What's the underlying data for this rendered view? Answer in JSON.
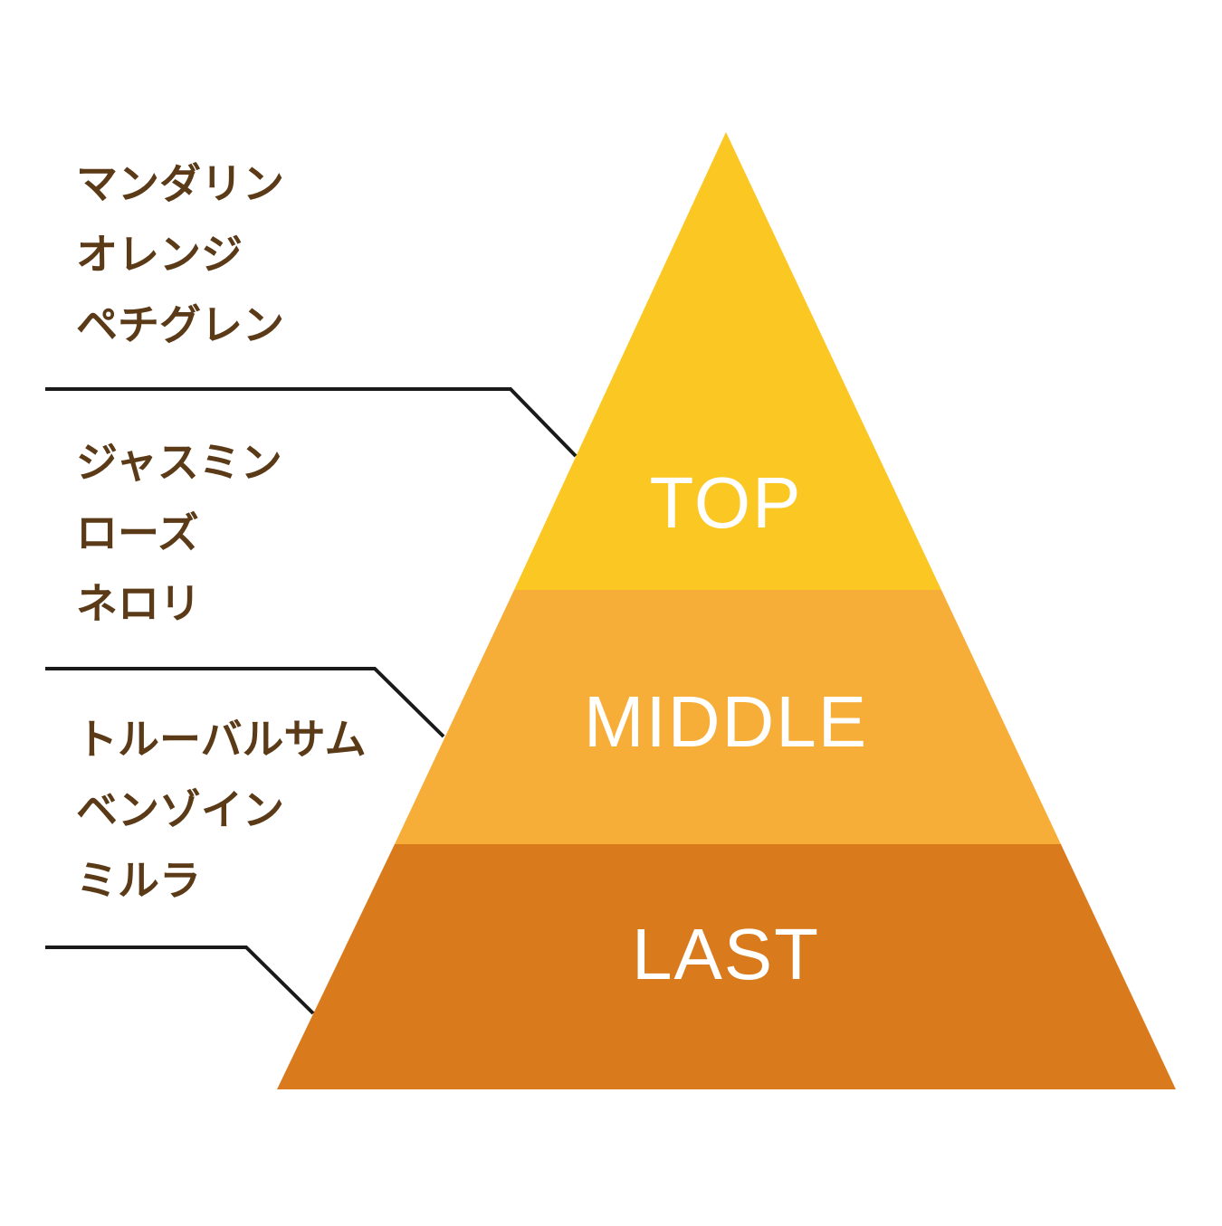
{
  "colors": {
    "top": "#fbc723",
    "middle": "#f7ae38",
    "last": "#d97a1d",
    "note_text": "#5b3a17",
    "leader_line": "#1a1a1a"
  },
  "tiers": [
    {
      "label": "TOP",
      "notes": [
        "マンダリン",
        "オレンジ",
        "ペチグレン"
      ]
    },
    {
      "label": "MIDDLE",
      "notes": [
        "ジャスミン",
        "ローズ",
        "ネロリ"
      ]
    },
    {
      "label": "LAST",
      "notes": [
        "トルーバルサム",
        "ベンゾイン",
        "ミルラ"
      ]
    }
  ]
}
